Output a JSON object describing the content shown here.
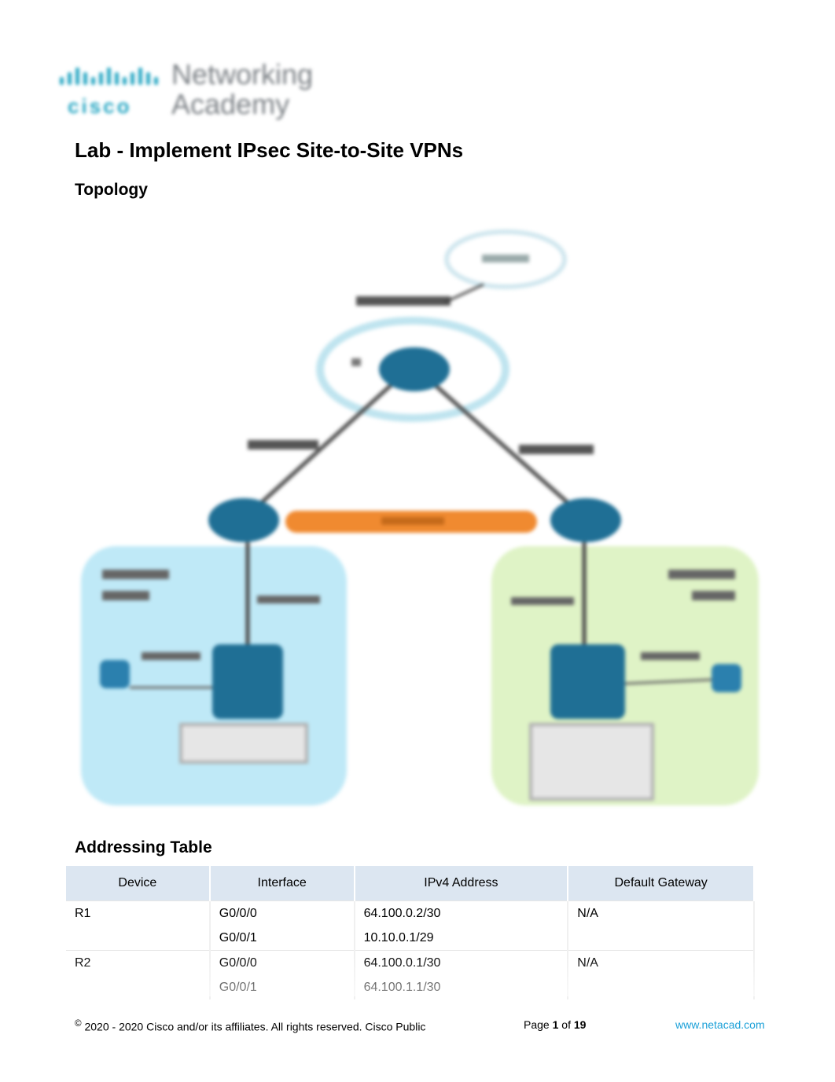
{
  "header": {
    "logo_brand": "cisco",
    "logo_line1": "Networking",
    "logo_line2": "Academy"
  },
  "title": "Lab - Implement IPsec Site-to-Site VPNs",
  "topology_heading": "Topology",
  "addressing_heading": "Addressing Table",
  "addressing_table": {
    "columns": [
      "Device",
      "Interface",
      "IPv4 Address",
      "Default Gateway"
    ],
    "rows": [
      [
        "R1",
        "G0/0/0",
        "64.100.0.2/30",
        "N/A"
      ],
      [
        "",
        "G0/0/1",
        "10.10.0.1/29",
        ""
      ],
      [
        "R2",
        "G0/0/0",
        "64.100.0.1/30",
        "N/A"
      ],
      [
        "",
        "G0/0/1",
        "64.100.1.1/30",
        ""
      ]
    ]
  },
  "footer": {
    "copyright_symbol": "©",
    "copyright": " 2020 - 2020 Cisco and/or its affiliates. All rights reserved. Cisco Public",
    "page_prefix": "Page ",
    "page_current": "1",
    "page_of": " of ",
    "page_total": "19",
    "website": "www.netacad.com"
  },
  "colors": {
    "table_header_bg": "#dce6f1",
    "link": "#1ba0d8",
    "left_site": "#bfe9f7",
    "right_site": "#dff3c6",
    "vpn_tunnel": "#f08a30"
  }
}
